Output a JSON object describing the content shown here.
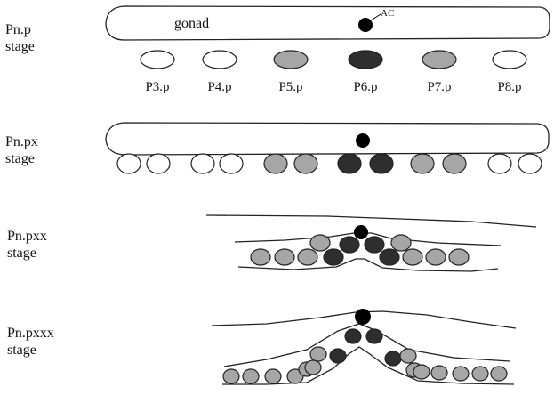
{
  "stages": [
    {
      "id": "pnp",
      "name": "Pn.p",
      "suffix": "stage"
    },
    {
      "id": "pnpx",
      "name": "Pn.px",
      "suffix": "stage"
    },
    {
      "id": "pnpxx",
      "name": "Pn.pxx",
      "suffix": "stage"
    },
    {
      "id": "pnpxxx",
      "name": "Pn.pxxx",
      "suffix": "stage"
    }
  ],
  "gonad_label": "gonad",
  "ac_label": "AC",
  "cells": [
    "P3.p",
    "P4.p",
    "P5.p",
    "P6.p",
    "P7.p",
    "P8.p"
  ],
  "fates": {
    "tertiary": "#ffffff",
    "secondary": "#a6a6a6",
    "primary": "#2e2e2e",
    "anchor": "#000000"
  },
  "cell_fates": [
    "tertiary",
    "tertiary",
    "secondary",
    "primary",
    "secondary",
    "tertiary"
  ]
}
